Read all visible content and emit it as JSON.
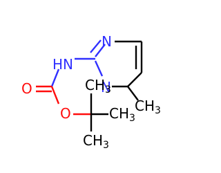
{
  "colors": {
    "bond": "#000000",
    "nitrogen": "#3030ff",
    "oxygen": "#ff0d0d",
    "carbon": "#000000"
  },
  "atoms": {
    "ring_n_top": "N",
    "ring_n_bottom": "N",
    "nh": "HN",
    "carbonyl_o": "O",
    "ester_o": "O",
    "tbu_ch3_top": "CH",
    "tbu_ch3_top_sub": "3",
    "tbu_ch3_right": "CH",
    "tbu_ch3_right_sub": "3",
    "tbu_ch3_bottom": "CH",
    "tbu_ch3_bottom_sub": "3",
    "methyl": "CH",
    "methyl_sub": "3"
  }
}
